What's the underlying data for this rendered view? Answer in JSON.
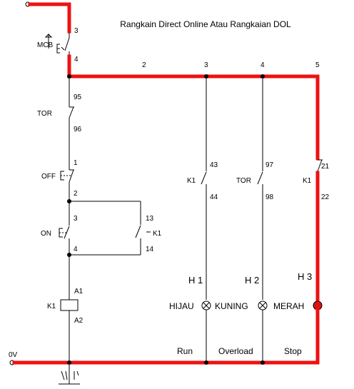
{
  "title": "Rangkain Direct Online Atau Rangkaian DOL",
  "mcb": {
    "label": "MCB",
    "top_terminal": "3",
    "bottom_terminal": "4"
  },
  "top_rail_nodes": [
    "2",
    "3",
    "4",
    "5"
  ],
  "tor_nc": {
    "label": "TOR",
    "terminal_top": "95",
    "terminal_bottom": "96"
  },
  "off_button": {
    "label": "OFF",
    "terminal_top": "1",
    "terminal_bottom": "2"
  },
  "on_button": {
    "label": "ON",
    "terminal_top": "3",
    "terminal_bottom": "4"
  },
  "k1_holding": {
    "label": "K1",
    "terminal_top": "13",
    "terminal_bottom": "14"
  },
  "k1_coil": {
    "label": "K1",
    "terminal_top": "A1",
    "terminal_bottom": "A2"
  },
  "branch_run": {
    "contact_label": "K1",
    "terminal_top": "43",
    "terminal_bottom": "44",
    "lamp_id": "H 1",
    "lamp_color_name": "HIJAU",
    "status": "Run"
  },
  "branch_overload": {
    "contact_label": "TOR",
    "terminal_top": "97",
    "terminal_bottom": "98",
    "lamp_id": "H 2",
    "lamp_color_name": "KUNING",
    "status": "Overload"
  },
  "branch_stop": {
    "contact_label": "K1",
    "terminal_top": "21",
    "terminal_bottom": "22",
    "lamp_id": "H 3",
    "lamp_color_name": "MERAH",
    "status": "Stop"
  },
  "neutral_label": "0V",
  "colors": {
    "energized": "#ee1111",
    "wire": "#000000",
    "lamp_on": "#dd1111"
  }
}
